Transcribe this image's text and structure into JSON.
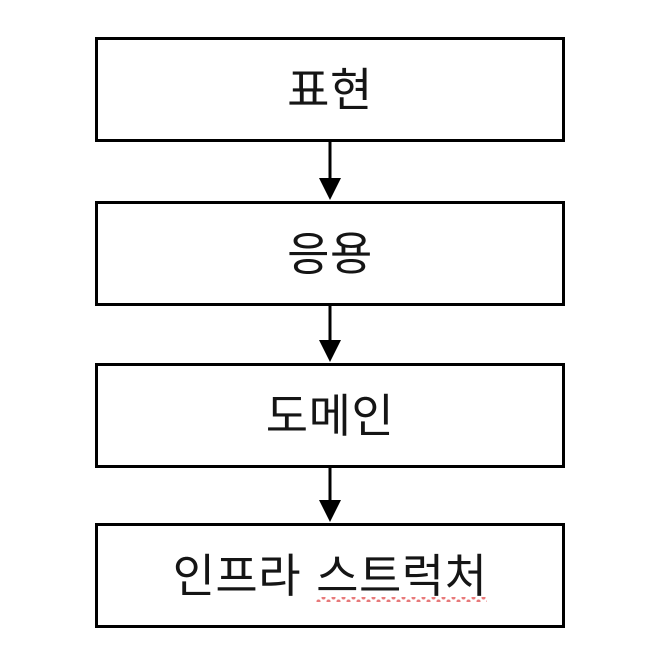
{
  "diagram": {
    "type": "flowchart",
    "orientation": "vertical-top-down",
    "background_color": "#ffffff",
    "box_border_color": "#000000",
    "text_color": "#151515",
    "spellcheck_underline_color": "#e8797a",
    "nodes": [
      {
        "id": "node-1",
        "label": "표현",
        "label_plain": "표현",
        "spell_error_segment": "",
        "order": 1
      },
      {
        "id": "node-2",
        "label": "응용",
        "label_plain": "응용",
        "spell_error_segment": "",
        "order": 2
      },
      {
        "id": "node-3",
        "label": "도메인",
        "label_plain": "도메인",
        "spell_error_segment": "",
        "order": 3
      },
      {
        "id": "node-4",
        "label": "인프라 스트럭처",
        "label_plain": "인프라 ",
        "spell_error_segment": "스트럭처",
        "order": 4
      }
    ],
    "arrows": [
      {
        "id": "arrow-1",
        "from": "node-1",
        "to": "node-2",
        "direction": "down"
      },
      {
        "id": "arrow-2",
        "from": "node-2",
        "to": "node-3",
        "direction": "down"
      },
      {
        "id": "arrow-3",
        "from": "node-3",
        "to": "node-4",
        "direction": "down"
      }
    ]
  }
}
